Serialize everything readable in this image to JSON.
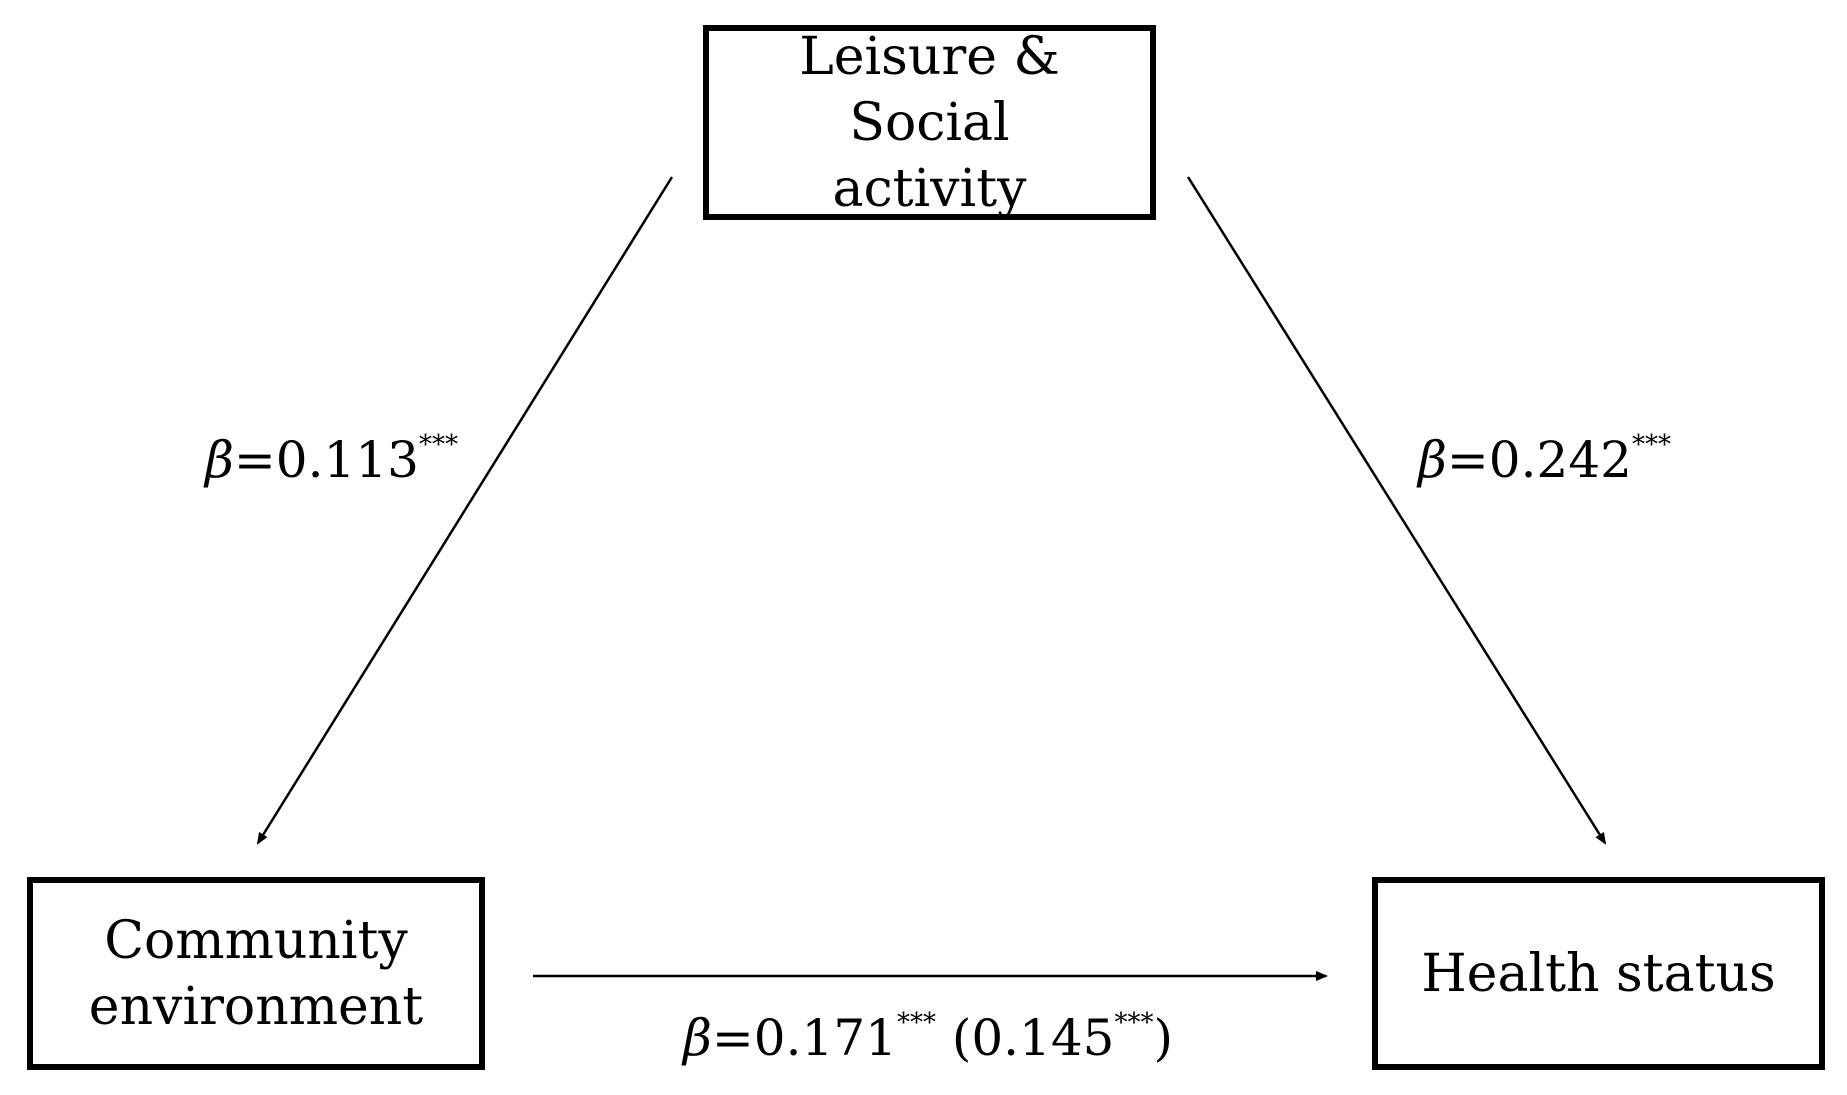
{
  "nodes": {
    "top": {
      "label": "Leisure & Social\nactivity"
    },
    "left": {
      "label": "Community\nenvironment"
    },
    "right": {
      "label": "Health status"
    }
  },
  "edges": {
    "left": {
      "symbol": "β",
      "value": "=0.113",
      "stars": "***"
    },
    "right": {
      "symbol": "β",
      "value": "=0.242",
      "stars": "***"
    },
    "bottom": {
      "symbol": "β",
      "value": "=0.171",
      "stars": "***",
      "paren_open": " (0.145",
      "paren_stars": "***",
      "paren_close": ")"
    }
  },
  "colors": {
    "line": "#000000",
    "border": "#000000",
    "background": "#ffffff"
  }
}
